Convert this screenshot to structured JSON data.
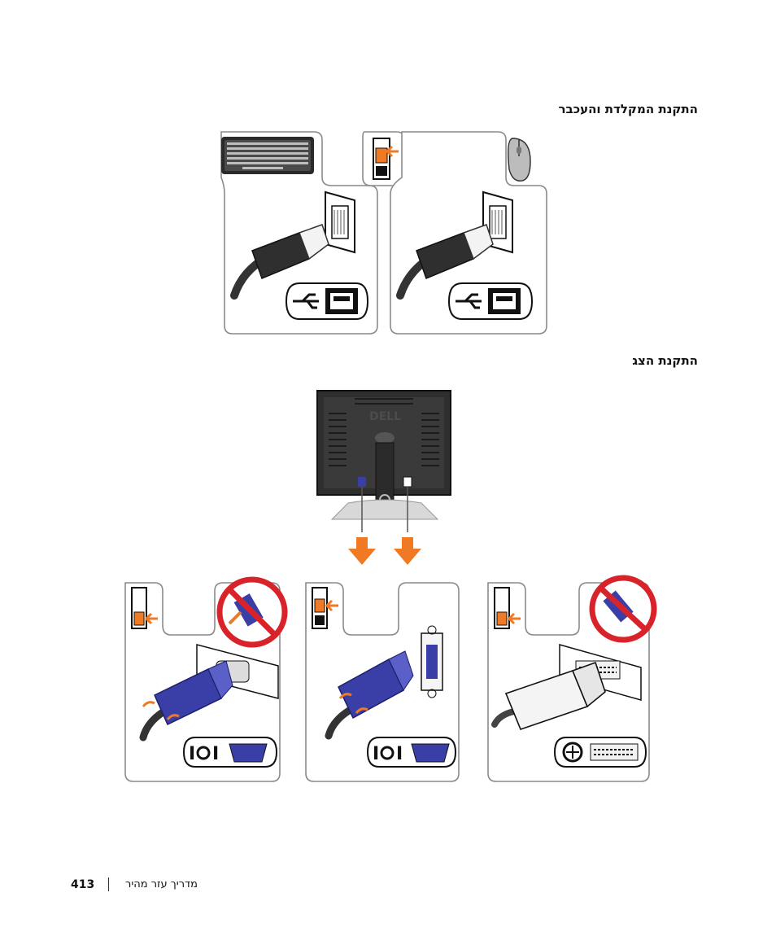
{
  "sections": {
    "keyboard_mouse_title": "התקנת המקלדת והעכבר",
    "display_title": "התקנת הצג"
  },
  "monitor": {
    "logo": "DELL"
  },
  "footer": {
    "page_number": "413",
    "guide_name": "מדריך עזר מהיר"
  },
  "icons": {
    "usb": "usb-icon",
    "vga": "vga-icon",
    "dvi": "dvi-icon",
    "keyboard": "keyboard-icon",
    "mouse": "mouse-icon",
    "prohibited": "prohibited-icon",
    "arrow": "arrow-down-icon"
  },
  "colors": {
    "connector_blue": "#3a3fa8",
    "arrow_orange": "#f07a24",
    "prohibited_red": "#d8232a",
    "panel_border": "#8a8a8a"
  }
}
